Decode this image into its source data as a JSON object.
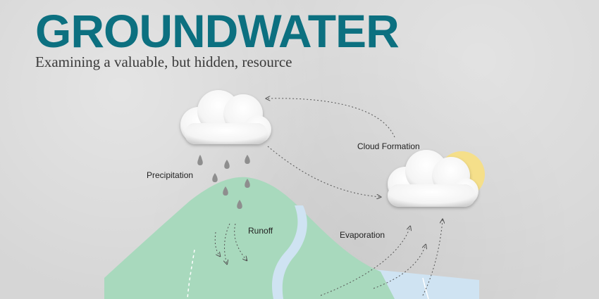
{
  "header": {
    "title": "GROUNDWATER",
    "subtitle": "Examining a valuable, but hidden, resource"
  },
  "labels": {
    "precipitation": "Precipitation",
    "runoff": "Runoff",
    "cloud_formation": "Cloud Formation",
    "evaporation": "Evaporation"
  },
  "colors": {
    "title": "#0c7080",
    "subtitle": "#3a3a3a",
    "hill": "#a8d9bd",
    "water": "#cfe3f2",
    "sun": "#f5df8a",
    "raindrop": "#8e8e8e",
    "arrow": "#555555",
    "label": "#222222"
  },
  "icons": [
    "rain-cloud-icon",
    "sun-cloud-icon",
    "raindrop-icon"
  ]
}
